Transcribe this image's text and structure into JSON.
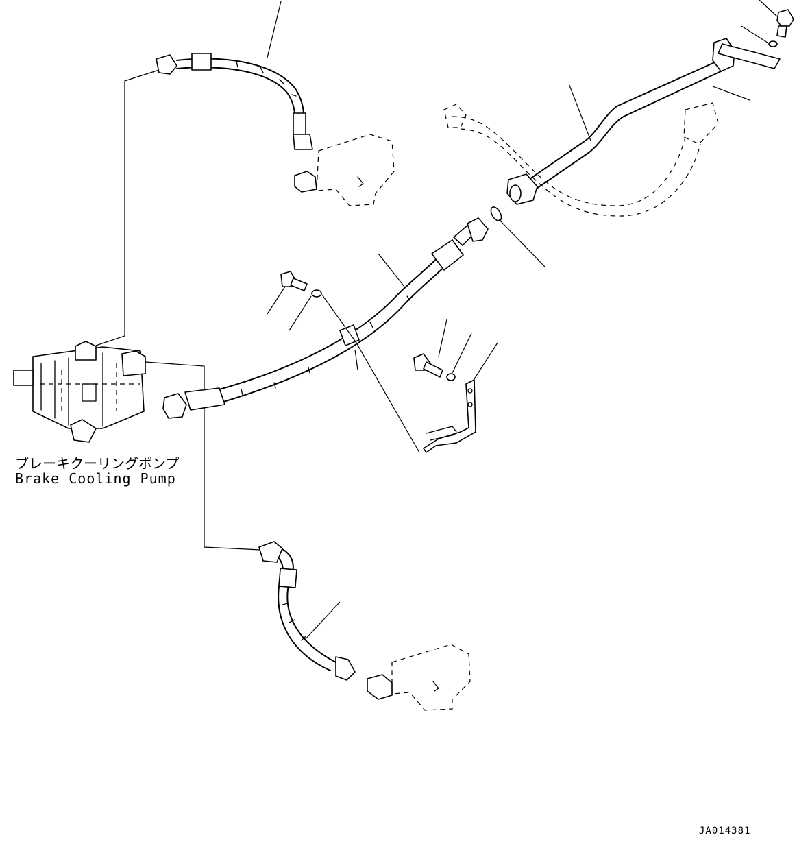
{
  "diagram": {
    "labels": {
      "pump_jp": "ブレーキクーリングポンプ",
      "pump_en": "Brake Cooling Pump"
    },
    "drawing_number": "JA014381"
  }
}
